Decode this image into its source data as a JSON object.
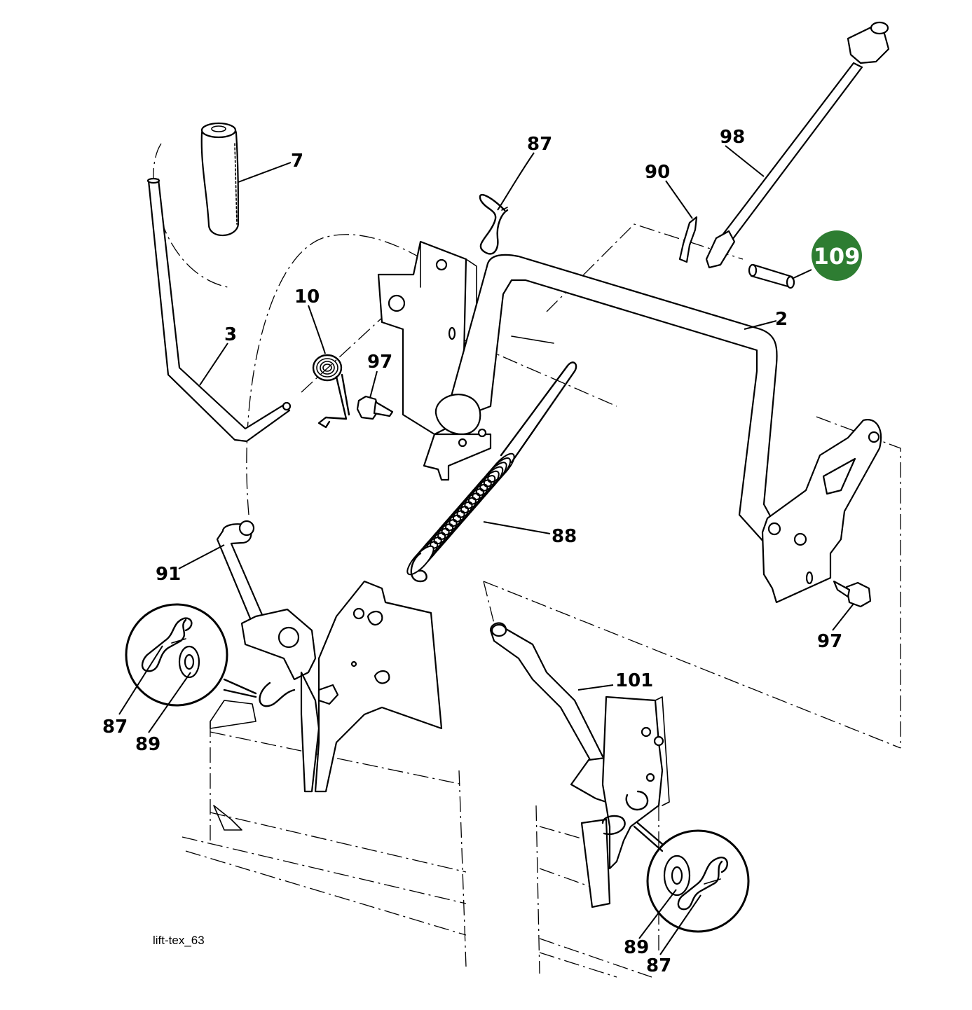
{
  "diagram": {
    "caption": "lift-tex_63",
    "highlight": {
      "label": "109",
      "color": "#2e7d32"
    },
    "labels": [
      {
        "id": "7",
        "text": "7"
      },
      {
        "id": "87a",
        "text": "87"
      },
      {
        "id": "90",
        "text": "90"
      },
      {
        "id": "98",
        "text": "98"
      },
      {
        "id": "10",
        "text": "10"
      },
      {
        "id": "3",
        "text": "3"
      },
      {
        "id": "97a",
        "text": "97"
      },
      {
        "id": "2",
        "text": "2"
      },
      {
        "id": "88",
        "text": "88"
      },
      {
        "id": "91",
        "text": "91"
      },
      {
        "id": "97b",
        "text": "97"
      },
      {
        "id": "101",
        "text": "101"
      },
      {
        "id": "87b",
        "text": "87"
      },
      {
        "id": "89a",
        "text": "89"
      },
      {
        "id": "89b",
        "text": "89"
      },
      {
        "id": "87c",
        "text": "87"
      }
    ]
  }
}
